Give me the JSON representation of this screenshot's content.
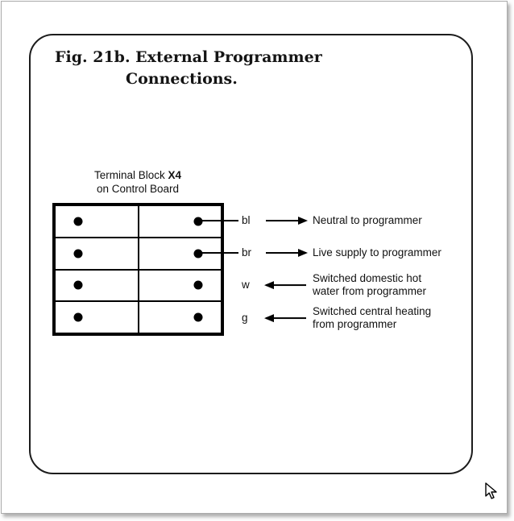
{
  "figure": {
    "title_line1": "Fig. 21b. External Programmer",
    "title_line2": "Connections."
  },
  "terminal_block": {
    "label_prefix": "Terminal Block ",
    "label_bold": "X4",
    "label_line2": "on Control Board"
  },
  "connections": {
    "rows": [
      {
        "wire": "bl",
        "direction": "right",
        "description": "Neutral to programmer"
      },
      {
        "wire": "br",
        "direction": "right",
        "description": "Live supply to programmer"
      },
      {
        "wire": "w",
        "direction": "left",
        "description": "Switched domestic hot\nwater from programmer"
      },
      {
        "wire": "g",
        "direction": "left",
        "description": "Switched central heating\nfrom programmer"
      }
    ]
  },
  "colors": {
    "line": "#000000",
    "page_bg": "#ffffff",
    "panel_border": "#1c1c1c"
  }
}
